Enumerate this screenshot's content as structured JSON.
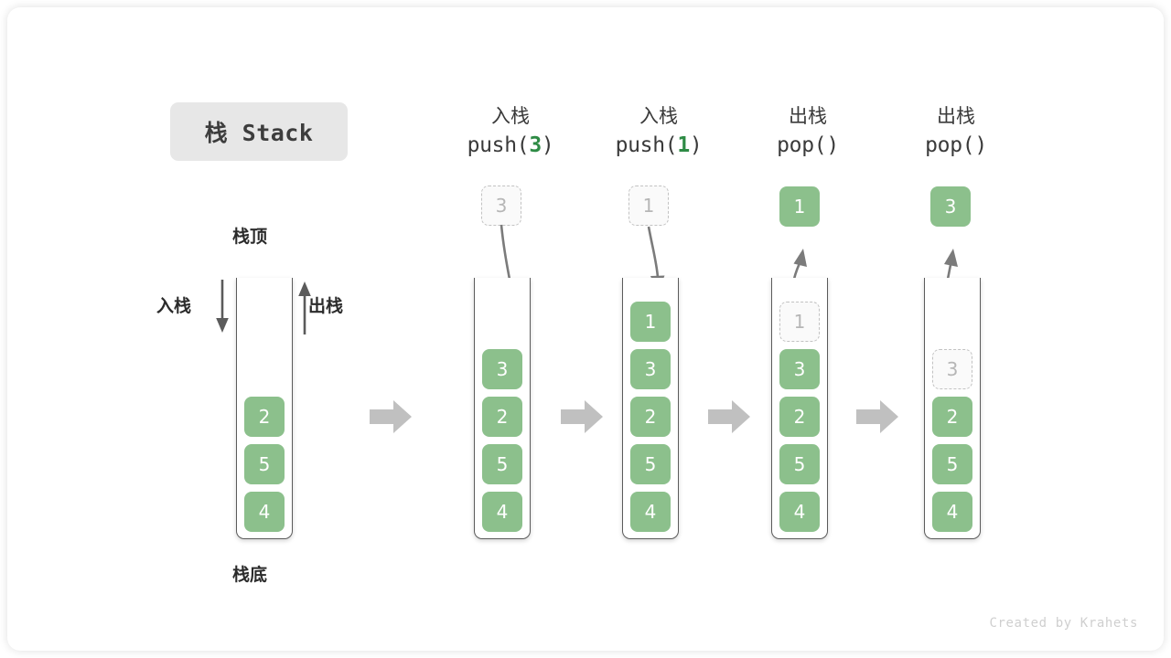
{
  "title": {
    "text": "栈 Stack"
  },
  "initial_stack": {
    "top_label": "栈顶",
    "bottom_label": "栈底",
    "push_label": "入栈",
    "pop_label": "出栈",
    "values": [
      "2",
      "5",
      "4"
    ]
  },
  "steps": [
    {
      "op_cn": "入栈",
      "op_code_pre": "push(",
      "op_code_num": "3",
      "op_code_post": ")",
      "floating": {
        "value": "3",
        "style": "ghost"
      },
      "arrow_dir": "down",
      "values": [
        "3",
        "2",
        "5",
        "4"
      ],
      "ghost_slots": []
    },
    {
      "op_cn": "入栈",
      "op_code_pre": "push(",
      "op_code_num": "1",
      "op_code_post": ")",
      "floating": {
        "value": "1",
        "style": "ghost"
      },
      "arrow_dir": "down",
      "values": [
        "1",
        "3",
        "2",
        "5",
        "4"
      ],
      "ghost_slots": []
    },
    {
      "op_cn": "出栈",
      "op_code_pre": "pop(",
      "op_code_num": "",
      "op_code_post": ")",
      "floating": {
        "value": "1",
        "style": "filled"
      },
      "arrow_dir": "up",
      "values": [
        "1",
        "3",
        "2",
        "5",
        "4"
      ],
      "ghost_slots": [
        0
      ]
    },
    {
      "op_cn": "出栈",
      "op_code_pre": "pop(",
      "op_code_num": "",
      "op_code_post": ")",
      "floating": {
        "value": "3",
        "style": "filled"
      },
      "arrow_dir": "up",
      "values": [
        "3",
        "2",
        "5",
        "4"
      ],
      "ghost_slots": [
        0
      ]
    }
  ],
  "colors": {
    "green": "#8cc08c",
    "green_text": "#2e8b45",
    "grey_arrow": "#c0c0c0",
    "stack_line": "#5b5b5b",
    "ghost_border": "#c2c2c2"
  },
  "footer": {
    "text": "Created by Krahets"
  }
}
